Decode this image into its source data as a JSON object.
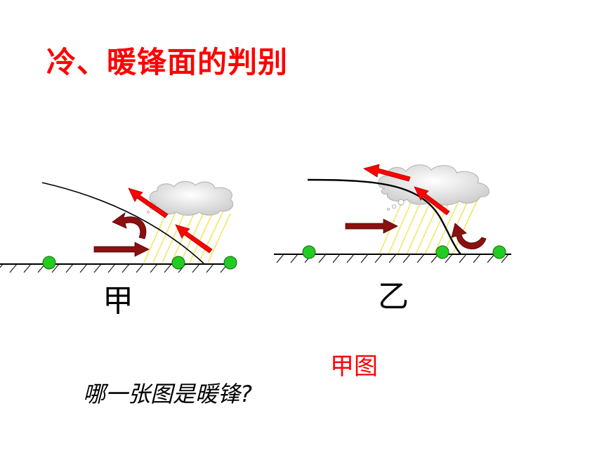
{
  "title": "冷、暖锋面的判别",
  "diagrams": [
    {
      "label": "甲"
    },
    {
      "label": "乙"
    }
  ],
  "answer": "甲图",
  "question": "哪一张图是暖锋?",
  "colors": {
    "title": "#ff0000",
    "warm_arrow": "#ff0000",
    "cold_arrow": "#8b1010",
    "station": "#22cc22",
    "rain": "#f2e65a",
    "cloud": "#dcdcdc"
  }
}
